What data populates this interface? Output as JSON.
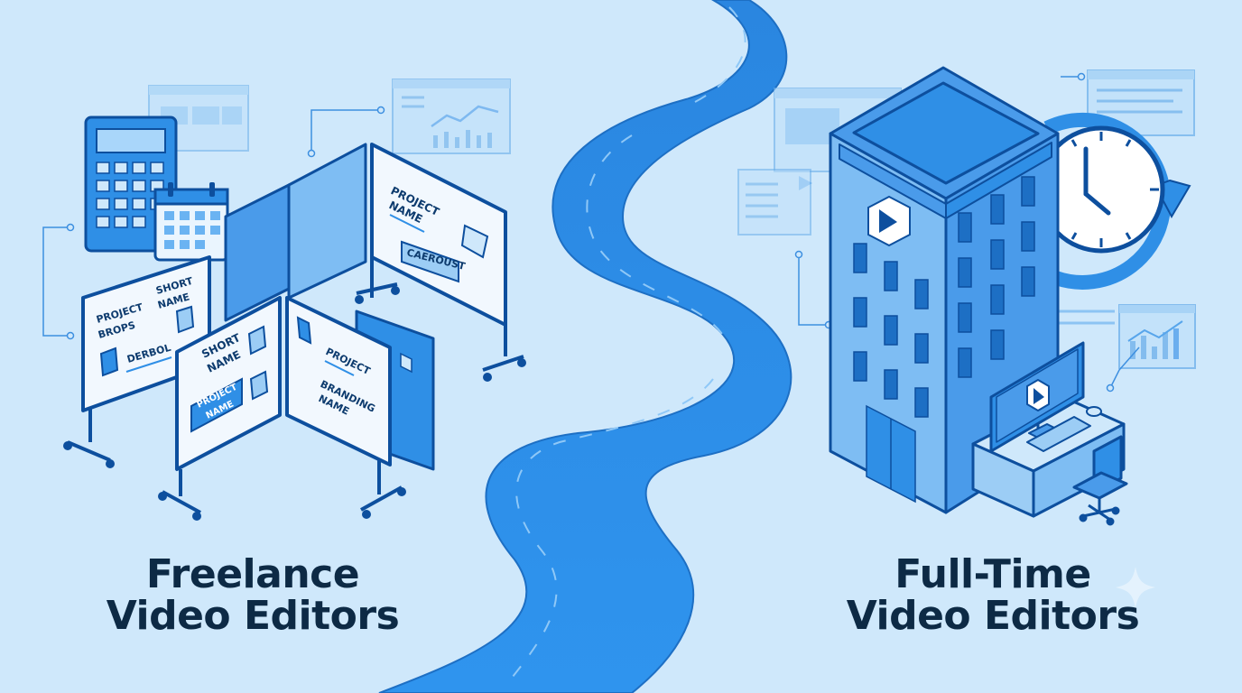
{
  "headings": {
    "freelance": {
      "line1": "Freelance",
      "line2": "Video Editors"
    },
    "fulltime": {
      "line1": "Full-Time",
      "line2": "Video Editors"
    }
  },
  "boards": {
    "board_left": {
      "line1": "PROJECT",
      "line2": "BROPS",
      "line3": "SHORT",
      "line4": "NAME",
      "tag": "DERBOL"
    },
    "board_center": {
      "line1": "PROJECT",
      "line2": "NAME",
      "tag": "CAEROUST"
    },
    "board_front": {
      "line1": "SHORT",
      "line2": "NAME",
      "tag1": "PROJECT",
      "tag2": "NAME"
    },
    "board_right": {
      "line1": "PROJECT",
      "line2": "BRANDING",
      "line3": "NAME"
    }
  },
  "colors": {
    "background": "#cfe8fb",
    "river": "#2f8fe6",
    "outline": "#0d4f9e",
    "heading": "#0d2a45",
    "building": "#4a9bea"
  },
  "icons": [
    "calculator-icon",
    "calendar-icon",
    "clock-icon",
    "building-icon",
    "monitor-icon",
    "chair-icon",
    "browser-window-icon",
    "sparkle-icon"
  ]
}
